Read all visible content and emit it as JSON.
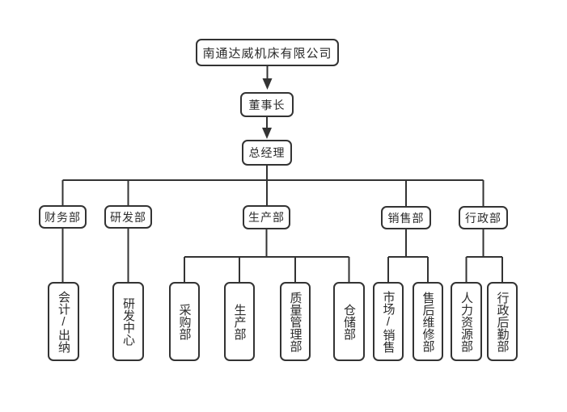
{
  "diagram": {
    "type": "org-chart",
    "company": "南通达威机床有限公司",
    "chairman": "董事长",
    "general_manager": "总经理",
    "departments": [
      {
        "label": "财务部",
        "children": [
          {
            "label": "会计/出纳"
          }
        ]
      },
      {
        "label": "研发部",
        "children": [
          {
            "label": "研发中心"
          }
        ]
      },
      {
        "label": "生产部",
        "children": [
          {
            "label": "采购部"
          },
          {
            "label": "生产部"
          },
          {
            "label": "质量管理部"
          },
          {
            "label": "仓储部"
          }
        ]
      },
      {
        "label": "销售部",
        "children": [
          {
            "label": "市场/销售"
          },
          {
            "label": "售后维修部"
          }
        ]
      },
      {
        "label": "行政部",
        "children": [
          {
            "label": "人力资源部"
          },
          {
            "label": "行政后勤部"
          }
        ]
      }
    ],
    "colors": {
      "line": "#333333",
      "box_border": "#333333",
      "text": "#2b2b2b",
      "background": "#ffffff"
    }
  }
}
